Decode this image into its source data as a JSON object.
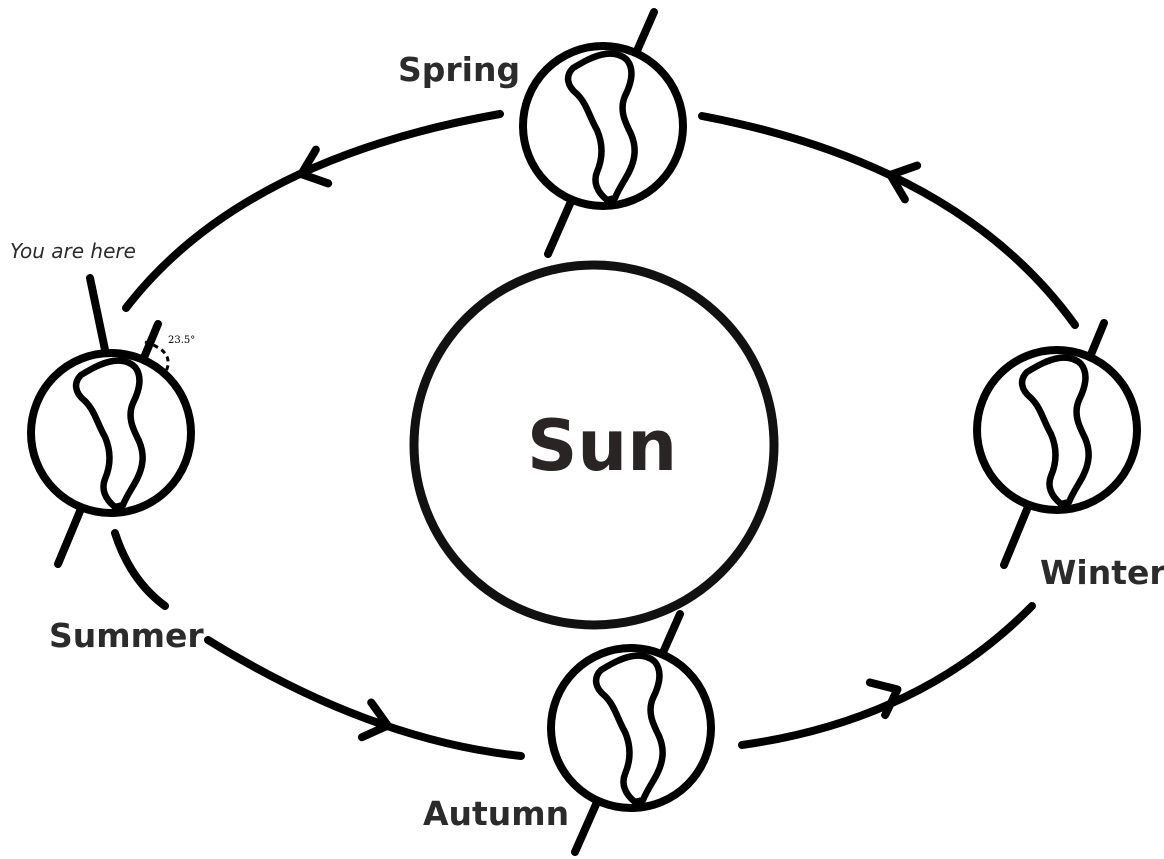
{
  "sun": {
    "label": "Sun"
  },
  "seasons": {
    "spring": "Spring",
    "summer": "Summer",
    "autumn": "Autumn",
    "winter": "Winter"
  },
  "marker": {
    "label": "You are here"
  },
  "tilt": {
    "angle_label": "23.5°"
  },
  "orbit": {
    "direction": "counter-clockwise"
  },
  "icons": [
    "sun-circle",
    "earth-globe-icon",
    "orbit-arrow-icon"
  ],
  "colors": {
    "ink": "#000000",
    "text": "#2b2b2b",
    "background": "#ffffff"
  }
}
